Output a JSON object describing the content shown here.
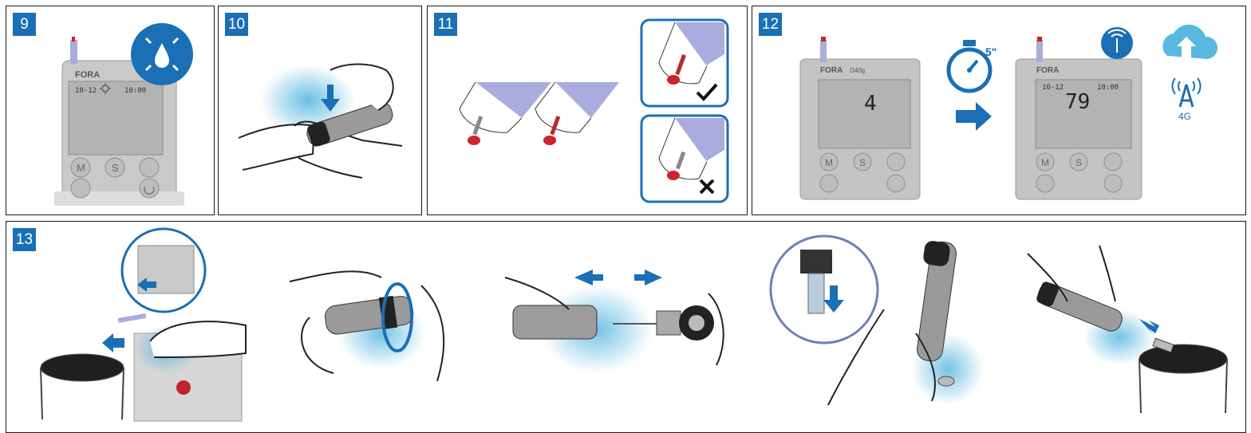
{
  "steps": [
    {
      "number": "9"
    },
    {
      "number": "10"
    },
    {
      "number": "11"
    },
    {
      "number": "12"
    },
    {
      "number": "13"
    }
  ],
  "meter": {
    "brand": "FORA",
    "model": "D40g",
    "buttons": [
      "M",
      "S"
    ],
    "step9_screen": {
      "date": "10-12",
      "time": "10:00"
    },
    "step12_countdown": "4",
    "step12_result": {
      "date": "10-12",
      "time": "10:00",
      "value": "79"
    }
  },
  "step12": {
    "timer_label": "5\"",
    "connectivity_label": "4G"
  },
  "colors": {
    "accent": "#1a6fb5",
    "glow": "#5ab8e0",
    "blood": "#d0222a",
    "strip": "#a9acdc",
    "meter": "#b4b4b4"
  }
}
